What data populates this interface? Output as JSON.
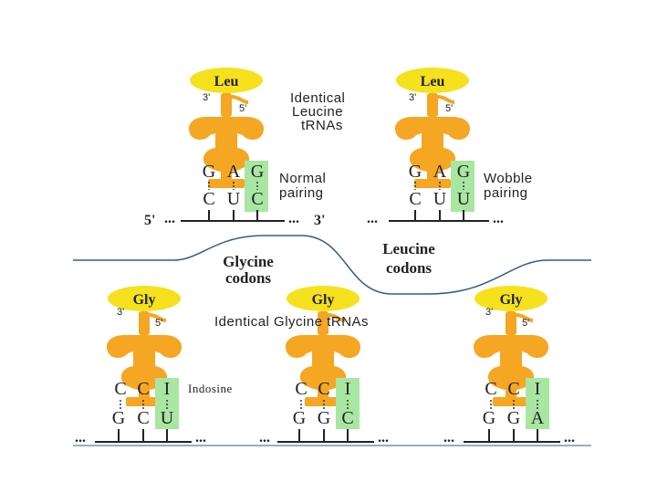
{
  "trnas": [
    {
      "amino_acid": "Leu",
      "end3": "3'",
      "end5": "5'",
      "anticodon": [
        "G",
        "A",
        "G"
      ],
      "codon": [
        "C",
        "U",
        "C"
      ],
      "highlight": 2
    },
    {
      "amino_acid": "Leu",
      "end3": "3'",
      "end5": "5'",
      "anticodon": [
        "G",
        "A",
        "G"
      ],
      "codon": [
        "C",
        "U",
        "U"
      ],
      "highlight": 2
    },
    {
      "amino_acid": "Gly",
      "end3": "3'",
      "end5": "5'",
      "anticodon": [
        "C",
        "C",
        "I"
      ],
      "codon": [
        "G",
        "C",
        "U"
      ],
      "highlight": 2
    },
    {
      "amino_acid": "Gly",
      "end3": "3'",
      "end5": "5'",
      "anticodon": [
        "C",
        "C",
        "I"
      ],
      "codon": [
        "G",
        "G",
        "C"
      ],
      "highlight": 2
    },
    {
      "amino_acid": "Gly",
      "end3": "3'",
      "end5": "5'",
      "anticodon": [
        "C",
        "C",
        "I"
      ],
      "codon": [
        "G",
        "G",
        "A"
      ],
      "highlight": 2
    }
  ],
  "labels": {
    "identical_leucine": [
      "Identical",
      "Leucine",
      "tRNAs"
    ],
    "normal_pairing": [
      "Normal",
      "pairing"
    ],
    "wobble_pairing": [
      "Wobble",
      "pairing"
    ],
    "glycine_codons": [
      "Glycine",
      "codons"
    ],
    "leucine_codons": [
      "Leucine",
      "codons"
    ],
    "identical_glycine": "Identical Glycine tRNAs",
    "indosine": "Indosine"
  },
  "mrna": {
    "left_5": "5'",
    "left_3": "3'",
    "dots": "...",
    "dots_long": "..."
  },
  "colors": {
    "trna": "#F5A623",
    "amino_acid_oval": "#F5E11E",
    "highlight": "#A8E6A1",
    "divider": "#2E5F8A"
  }
}
